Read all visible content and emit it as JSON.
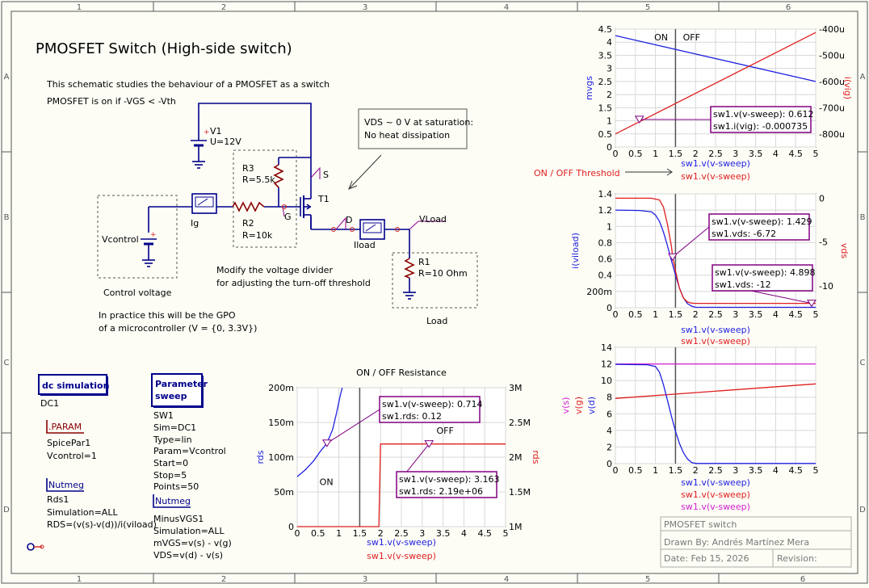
{
  "frame": {
    "columns": [
      "1",
      "2",
      "3",
      "4",
      "5",
      "6"
    ],
    "rows": [
      "A",
      "B",
      "C",
      "D"
    ]
  },
  "title": "PMOSFET Switch (High-side switch)",
  "intro": {
    "line1": "This schematic studies the behaviour of a PMOSFET as a switch",
    "line2": "PMOSFET is on if  -VGS < -Vth"
  },
  "notes": {
    "vds_box": [
      "VDS ~ 0 V at saturation:",
      "No heat dissipation"
    ],
    "divider": [
      "Modify the voltage divider",
      "for adjusting the turn-off threshold"
    ],
    "gpo": [
      "In practice this will be the GPO",
      "of a microcontroller (V = {0, 3.3V})"
    ],
    "threshold": "ON / OFF Threshold"
  },
  "components": {
    "v1_name": "V1",
    "v1_value": "U=12V",
    "vcontrol": "Vcontrol",
    "control_label": "Control voltage",
    "ig": "Ig",
    "r3_name": "R3",
    "r3_value": "R=5.5k",
    "r2_name": "R2",
    "r2_value": "R=10k",
    "t1": "T1",
    "node_s": "S",
    "node_g": "G",
    "node_d": "D",
    "iload": "Iload",
    "vload": "VLoad",
    "r1_name": "R1",
    "r1_value": "R=10 Ohm",
    "load_label": "Load",
    "plus": "+"
  },
  "sim": {
    "dc_title": "dc simulation",
    "dc_name": "DC1",
    "param_title": ".PARAM",
    "param_lines": [
      "SpicePar1",
      "Vcontrol=1"
    ],
    "nutmeg1_title": "Nutmeg",
    "nutmeg1_lines": [
      "Rds1",
      "Simulation=ALL",
      "RDS=(v(s)-v(d))/i(viload)"
    ],
    "sweep_title": [
      "Parameter",
      "sweep"
    ],
    "sweep_lines": [
      "SW1",
      "Sim=DC1",
      "Type=lin",
      "Param=Vcontrol",
      "Start=0",
      "Stop=5",
      "Points=50"
    ],
    "nutmeg2_title": "Nutmeg",
    "nutmeg2_lines": [
      "MinusVGS1",
      "Simulation=ALL",
      "mVGS=v(s) - v(g)",
      "VDS=v(d) - v(s)"
    ]
  },
  "titleblock": {
    "name": "PMOSFET switch",
    "drawn": "Drawn By: Andrés Martínez Mera",
    "date": "Date: Feb 15, 2026",
    "revision": "Revision:"
  },
  "chart_data": [
    {
      "type": "line",
      "xlim": [
        0,
        5
      ],
      "xticks": [
        "0",
        "0.5",
        "1",
        "1.5",
        "2",
        "2.5",
        "3",
        "3.5",
        "4",
        "4.5",
        "5"
      ],
      "ylabel": "mvgs",
      "ylim": [
        0,
        4.5
      ],
      "yticks": [
        "0",
        "0.5",
        "1",
        "1.5",
        "2",
        "2.5",
        "3",
        "3.5",
        "4",
        "4.5"
      ],
      "y2label": "i(vig)",
      "y2lim": [
        -850,
        -400
      ],
      "y2ticks": [
        "-800u",
        "-700u",
        "-600u",
        "-500u",
        "-400u"
      ],
      "series": [
        {
          "name": "sw1.v(v-sweep)",
          "axis": "left",
          "color": "#1f1fe0",
          "x": [
            0,
            5
          ],
          "y": [
            4.25,
            2.5
          ]
        },
        {
          "name": "sw1.v(v-sweep)",
          "axis": "right",
          "color": "#e01f1f",
          "x": [
            0,
            5
          ],
          "y": [
            -800,
            -413
          ]
        }
      ],
      "annotations": [
        {
          "x": 0.6,
          "y": 1.05,
          "axis": "left",
          "lines": [
            "sw1.v(v-sweep): 0.612",
            "sw1.i(vig): -0.000735"
          ]
        }
      ],
      "region_labels": {
        "on": "ON",
        "off": "OFF"
      },
      "threshold_x": 1.5
    },
    {
      "type": "line",
      "xlim": [
        0,
        5
      ],
      "xticks": [
        "0",
        "0.5",
        "1",
        "1.5",
        "2",
        "2.5",
        "3",
        "3.5",
        "4",
        "4.5",
        "5"
      ],
      "ylabel": "i(viload)",
      "ylim": [
        0,
        1.4
      ],
      "yticks": [
        "0",
        "200m",
        "0.4",
        "0.6",
        "0.8",
        "1",
        "1.2",
        "1.4"
      ],
      "y2label": "vds",
      "y2lim": [
        -12.5,
        0.5
      ],
      "y2ticks": [
        "-10",
        "-5",
        "0"
      ],
      "series": [
        {
          "name": "sw1.v(v-sweep)",
          "axis": "left",
          "color": "#1f1fe0",
          "x": [
            0,
            0.6,
            0.9,
            1.0,
            1.1,
            1.2,
            1.3,
            1.4,
            1.5,
            1.6,
            1.7,
            1.8,
            1.9,
            2.0,
            5.0
          ],
          "y": [
            1.2,
            1.195,
            1.18,
            1.14,
            1.06,
            0.93,
            0.76,
            0.58,
            0.4,
            0.24,
            0.12,
            0.05,
            0.02,
            0.005,
            0.005
          ]
        },
        {
          "name": "sw1.v(v-sweep)",
          "axis": "right",
          "color": "#e01f1f",
          "x": [
            0,
            0.9,
            1.1,
            1.2,
            1.3,
            1.4,
            1.43,
            1.5,
            1.6,
            1.7,
            1.8,
            1.9,
            2.0,
            4.9,
            5.0
          ],
          "y": [
            0,
            0,
            -0.2,
            -1.0,
            -3.0,
            -5.5,
            -6.72,
            -8.3,
            -10.3,
            -11.4,
            -11.85,
            -11.97,
            -12,
            -12,
            -12
          ]
        }
      ],
      "annotations": [
        {
          "x": 1.429,
          "y": -6.72,
          "axis": "right",
          "lines": [
            "sw1.v(v-sweep): 1.429",
            "sw1.vds: -6.72"
          ]
        },
        {
          "x": 4.898,
          "y": -12,
          "axis": "right",
          "lines": [
            "sw1.v(v-sweep): 4.898",
            "sw1.vds: -12"
          ]
        }
      ],
      "threshold_x": 1.5
    },
    {
      "type": "line",
      "xlim": [
        0,
        5
      ],
      "xticks": [
        "0",
        "0.5",
        "1",
        "1.5",
        "2",
        "2.5",
        "3",
        "3.5",
        "4",
        "4.5",
        "5"
      ],
      "ylabels": [
        "v(s)",
        "v(g)",
        "v(d)"
      ],
      "ylim": [
        0,
        14
      ],
      "yticks": [
        "0",
        "2",
        "4",
        "6",
        "8",
        "10",
        "12",
        "14"
      ],
      "series": [
        {
          "name": "sw1.v(v-sweep)",
          "color": "#d020d0",
          "x": [
            0,
            5
          ],
          "y": [
            12,
            12
          ]
        },
        {
          "name": "sw1.v(v-sweep)",
          "color": "#e01f1f",
          "x": [
            0,
            5
          ],
          "y": [
            7.85,
            9.6
          ]
        },
        {
          "name": "sw1.v(v-sweep)",
          "color": "#1f1fe0",
          "x": [
            0,
            0.8,
            1.0,
            1.1,
            1.2,
            1.3,
            1.4,
            1.5,
            1.6,
            1.7,
            1.8,
            1.9,
            2.0,
            5.0
          ],
          "y": [
            11.95,
            11.9,
            11.7,
            11.0,
            9.5,
            7.6,
            5.7,
            3.9,
            2.4,
            1.3,
            0.55,
            0.15,
            0.02,
            0.02
          ]
        }
      ],
      "threshold_x": 1.5
    },
    {
      "type": "line",
      "title": "ON / OFF Resistance",
      "xlim": [
        0,
        5
      ],
      "xticks": [
        "0",
        "0.5",
        "1",
        "1.5",
        "2",
        "2.5",
        "3",
        "3.5",
        "4",
        "4.5",
        "5"
      ],
      "ylabel": "rds",
      "ylim": [
        0,
        200
      ],
      "yticks": [
        "0",
        "50m",
        "100m",
        "150m",
        "200m"
      ],
      "y2label": "rds",
      "y2lim": [
        1,
        3
      ],
      "y2ticks": [
        "1M",
        "1.5M",
        "2M",
        "2.5M",
        "3M"
      ],
      "series": [
        {
          "name": "sw1.v(v-sweep)",
          "axis": "left",
          "color": "#1f1fe0",
          "x": [
            0,
            0.2,
            0.4,
            0.55,
            0.714,
            0.85,
            0.95,
            1.02,
            1.08
          ],
          "y": [
            72,
            82,
            95,
            108,
            120,
            140,
            165,
            185,
            200
          ]
        },
        {
          "name": "sw1.v(v-sweep)",
          "axis": "right",
          "color": "#e01f1f",
          "x": [
            0,
            1.9,
            1.96,
            2.0,
            5.0
          ],
          "y": [
            1.0,
            1.0,
            1.0,
            2.19,
            2.19
          ]
        }
      ],
      "annotations": [
        {
          "x": 0.714,
          "y": 120,
          "axis": "left",
          "lines": [
            "sw1.v(v-sweep): 0.714",
            "sw1.rds: 0.12"
          ]
        },
        {
          "x": 3.163,
          "y": 2.19,
          "axis": "right",
          "lines": [
            "sw1.v(v-sweep): 3.163",
            "sw1.rds: 2.19e+06"
          ]
        }
      ],
      "region_labels": {
        "on": "ON",
        "off": "OFF"
      },
      "threshold_x": 1.5
    }
  ]
}
